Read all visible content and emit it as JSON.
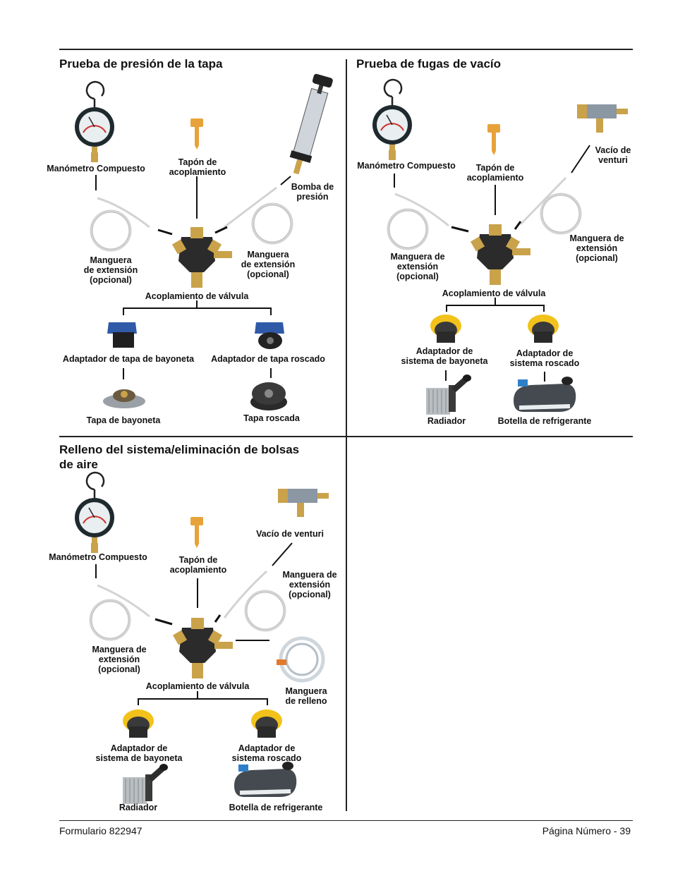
{
  "sections": {
    "cap_pressure": {
      "title": "Prueba de presión de la tapa",
      "labels": {
        "gauge": "Manómetro Compuesto",
        "plug": "Tapón de\nacoplamiento",
        "pump": "Bomba de\npresión",
        "hose_left": "Manguera\nde extensión\n(opcional)",
        "hose_right": "Manguera\nde extensión\n(opcional)",
        "valve": "Acoplamiento de válvula",
        "adapter_bayonet": "Adaptador de tapa de bayoneta",
        "adapter_threaded": "Adaptador de tapa roscado",
        "cap_bayonet": "Tapa de bayoneta",
        "cap_threaded": "Tapa roscada"
      }
    },
    "vacuum_leak": {
      "title": "Prueba de fugas de vacío",
      "labels": {
        "gauge": "Manómetro Compuesto",
        "plug": "Tapón de\nacoplamiento",
        "venturi": "Vacío de\nventuri",
        "hose_left": "Manguera de\nextensión\n(opcional)",
        "hose_right": "Manguera de\nextensión\n(opcional)",
        "valve": "Acoplamiento de válvula",
        "adapter_bayonet": "Adaptador de\nsistema de bayoneta",
        "adapter_threaded": "Adaptador de\nsistema roscado",
        "radiator": "Radiador",
        "bottle": "Botella de refrigerante"
      }
    },
    "refill": {
      "title": "Relleno del sistema/eliminación de bolsas\nde aire",
      "labels": {
        "gauge": "Manómetro Compuesto",
        "plug": "Tapón de\nacoplamiento",
        "venturi": "Vacío de venturi",
        "hose_right": "Manguera de\nextensión\n(opcional)",
        "hose_left": "Manguera de\nextensión\n(opcional)",
        "fill_hose": "Manguera\nde relleno",
        "valve": "Acoplamiento de válvula",
        "adapter_bayonet": "Adaptador de\nsistema de bayoneta",
        "adapter_threaded": "Adaptador de\nsistema roscado",
        "radiator": "Radiador",
        "bottle": "Botella de refrigerante"
      }
    }
  },
  "footer": {
    "form": "Formulario 822947",
    "page": "Página Número - 39"
  },
  "colors": {
    "brass": "#c9a24a",
    "plug_orange": "#e8a23a",
    "blue_adapter": "#2f5aa8",
    "yellow_adapter": "#f2c21b",
    "valve_body": "#2b2b2b",
    "hose": "#dcdcdc"
  }
}
